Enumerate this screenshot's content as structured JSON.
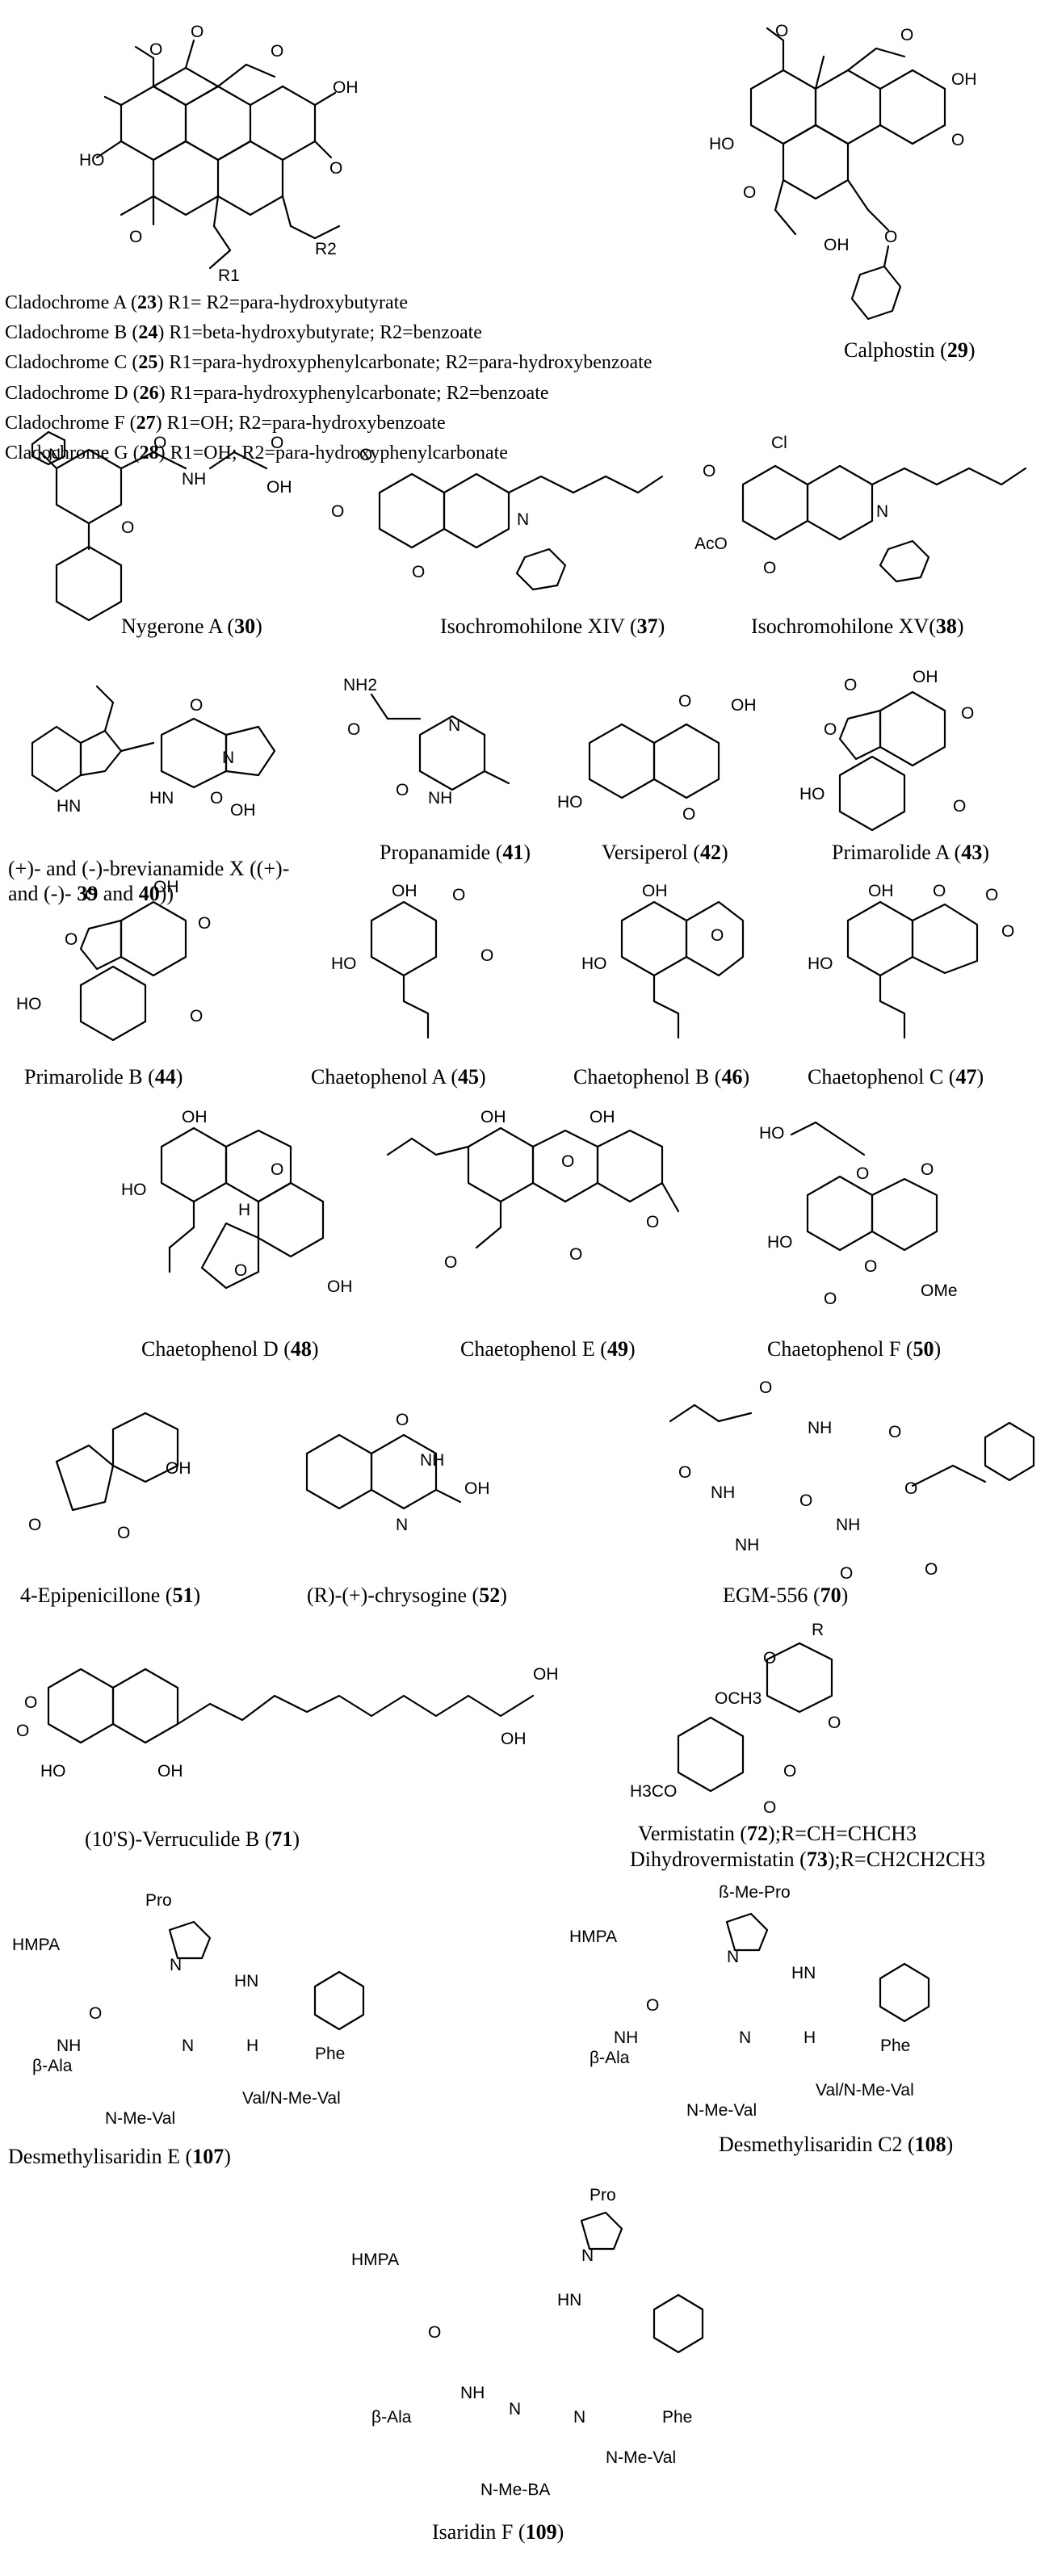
{
  "cladochromes": [
    {
      "name": "Cladochrome A",
      "id": "23",
      "text": "R1= R2=para-hydroxybutyrate"
    },
    {
      "name": "Cladochrome B",
      "id": "24",
      "text": "R1=beta-hydroxybutyrate; R2=benzoate"
    },
    {
      "name": "Cladochrome C",
      "id": "25",
      "text": "R1=para-hydroxyphenylcarbonate; R2=para-hydroxybenzoate"
    },
    {
      "name": "Cladochrome D",
      "id": "26",
      "text": "R1=para-hydroxyphenylcarbonate; R2=benzoate"
    },
    {
      "name": "Cladochrome F",
      "id": "27",
      "text": "R1=OH; R2=para-hydroxybenzoate"
    },
    {
      "name": "Cladochrome G",
      "id": "28",
      "text": "R1=OH; R2=para-hydroxyphenylcarbonate"
    }
  ],
  "compounds": {
    "calphostin": {
      "name": "Calphostin",
      "id": "29"
    },
    "nygerone_a": {
      "name": "Nygerone A",
      "id": "30"
    },
    "isochromohilone_xiv": {
      "name": "Isochromohilone XIV",
      "id": "37"
    },
    "isochromohilone_xv": {
      "name": "Isochromohilone XV",
      "id": "38"
    },
    "brevianamide_x": {
      "line1": "(+)- and (-)-brevianamide X ((+)-",
      "line2_prefix": "and (-)-",
      "id_a": "39",
      "and": "and",
      "id_b": "40",
      "suffix": "))"
    },
    "propanamide": {
      "name": "Propanamide",
      "id": "41"
    },
    "versiperol": {
      "name": "Versiperol",
      "id": "42"
    },
    "primarolide_a": {
      "name": "Primarolide A",
      "id": "43"
    },
    "primarolide_b": {
      "name": "Primarolide B",
      "id": "44"
    },
    "chaetophenol_a": {
      "name": "Chaetophenol A",
      "id": "45"
    },
    "chaetophenol_b": {
      "name": "Chaetophenol B",
      "id": "46"
    },
    "chaetophenol_c": {
      "name": "Chaetophenol C",
      "id": "47"
    },
    "chaetophenol_d": {
      "name": "Chaetophenol D",
      "id": "48"
    },
    "chaetophenol_e": {
      "name": "Chaetophenol E",
      "id": "49"
    },
    "chaetophenol_f": {
      "name": "Chaetophenol F",
      "id": "50"
    },
    "epipenicillone": {
      "name": "4-Epipenicillone",
      "id": "51"
    },
    "chrysogine": {
      "name": "(R)-(+)-chrysogine",
      "id": "52"
    },
    "egm556": {
      "name": "EGM-556",
      "id": "70"
    },
    "verruculide_b": {
      "name": "(10'S)-Verruculide B",
      "id": "71"
    },
    "vermistatin": {
      "name": "Vermistatin",
      "id": "72",
      "formula": ";R=CH=CHCH3"
    },
    "dihydrovermistatin": {
      "name": "Dihydrovermistatin",
      "id": "73",
      "formula": ";R=CH2CH2CH3"
    },
    "desmethylisaridin_e": {
      "name": "Desmethylisaridin E",
      "id": "107"
    },
    "desmethylisaridin_c2": {
      "name": "Desmethylisaridin C2",
      "id": "108"
    },
    "isaridin_f": {
      "name": "Isaridin F",
      "id": "109"
    }
  },
  "atoms": {
    "O": "O",
    "OH": "OH",
    "HO": "HO",
    "H": "H",
    "N": "N",
    "NH": "NH",
    "HN": "HN",
    "NH2": "NH2",
    "Cl": "Cl",
    "AcO": "AcO",
    "OMe": "OMe",
    "R": "R",
    "R1": "R1",
    "R2": "R2",
    "OCH3": "OCH3",
    "H3CO": "H3CO",
    "HMPA": "HMPA",
    "Pro": "Pro",
    "bMePro": "ß-Me-Pro",
    "Phe": "Phe",
    "bAla": "β-Ala",
    "NMeVal": "N-Me-Val",
    "ValNMeVal": "Val/N-Me-Val",
    "NMeBA": "N-Me-BA"
  }
}
